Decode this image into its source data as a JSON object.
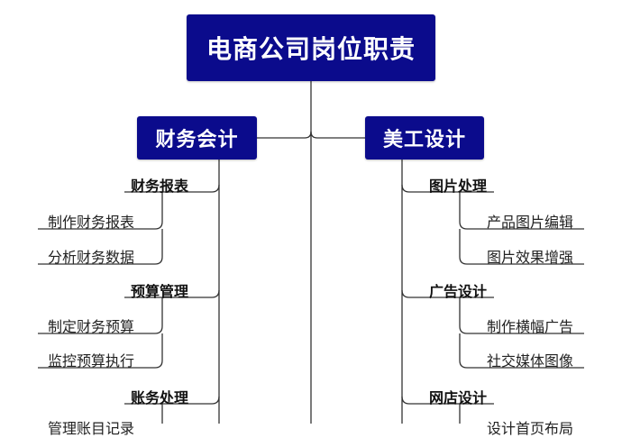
{
  "root": {
    "label": "电商公司岗位职责"
  },
  "left": {
    "label": "财务会计",
    "groups": [
      {
        "label": "财务报表",
        "items": [
          "制作财务报表",
          "分析财务数据"
        ]
      },
      {
        "label": "预算管理",
        "items": [
          "制定财务预算",
          "监控预算执行"
        ]
      },
      {
        "label": "账务处理",
        "items": [
          "管理账目记录"
        ]
      }
    ]
  },
  "right": {
    "label": "美工设计",
    "groups": [
      {
        "label": "图片处理",
        "items": [
          "产品图片编辑",
          "图片效果增强"
        ]
      },
      {
        "label": "广告设计",
        "items": [
          "制作横幅广告",
          "社交媒体图像"
        ]
      },
      {
        "label": "网店设计",
        "items": [
          "设计首页布局"
        ]
      }
    ]
  },
  "colors": {
    "box_fill": "#0b0b8c",
    "box_text": "#ffffff",
    "line": "#333333"
  }
}
